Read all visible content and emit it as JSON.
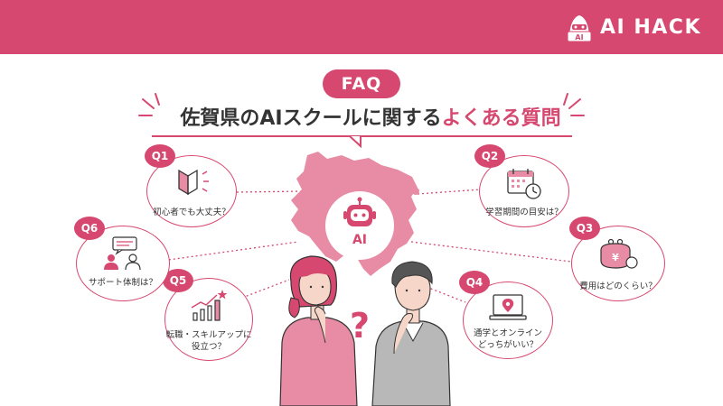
{
  "header": {
    "logo_text": "AI HACK",
    "logo_icon_text": "AI",
    "color": "#d6486f"
  },
  "faq_label": "FAQ",
  "title": {
    "main": "佐賀県のAIスクールに関する",
    "accent": "よくある質問"
  },
  "map": {
    "label": "AI",
    "color": "#e78ca4"
  },
  "question_mark": "?",
  "questions": [
    {
      "id": "q1",
      "label": "Q1",
      "text": [
        "初心者でも大丈夫？"
      ],
      "icon": "beginner-mark-icon"
    },
    {
      "id": "q2",
      "label": "Q2",
      "text": [
        "学習期間の目安は？"
      ],
      "icon": "calendar-clock-icon"
    },
    {
      "id": "q3",
      "label": "Q3",
      "text": [
        "費用はどのくらい？"
      ],
      "icon": "coin-purse-icon",
      "icon_text": "¥"
    },
    {
      "id": "q4",
      "label": "Q4",
      "text": [
        "通学とオンライン",
        "どっちがいい？"
      ],
      "icon": "laptop-location-icon"
    },
    {
      "id": "q5",
      "label": "Q5",
      "text": [
        "転職・スキルアップに",
        "役立つ？"
      ],
      "icon": "growth-chart-icon"
    },
    {
      "id": "q6",
      "label": "Q6",
      "text": [
        "サポート体制は？"
      ],
      "icon": "support-chat-icon"
    }
  ]
}
